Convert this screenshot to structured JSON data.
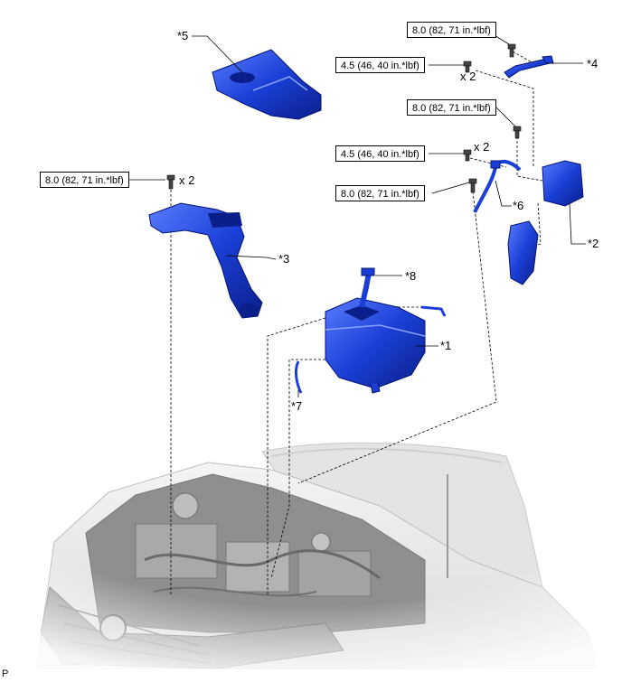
{
  "torque_labels": {
    "t1": "8.0 (82, 71 in.*lbf)",
    "t2": "4.5 (46, 40 in.*lbf)",
    "t3": "8.0 (82, 71 in.*lbf)",
    "t4": "4.5 (46, 40 in.*lbf)",
    "t5": "8.0 (82, 71 in.*lbf)",
    "t6": "8.0 (82, 71 in.*lbf)"
  },
  "quantities": {
    "q1": "x 2",
    "q2": "x 2",
    "q3": "x 2"
  },
  "callouts": {
    "c1": "*1",
    "c2": "*2",
    "c3": "*3",
    "c4": "*4",
    "c5": "*5",
    "c6": "*6",
    "c7": "*7",
    "c8": "*8"
  },
  "figure_code": "P",
  "colors": {
    "part_blue": "#1b3fd6",
    "part_dark": "#0a1f8a",
    "part_light": "#5a7cff"
  }
}
